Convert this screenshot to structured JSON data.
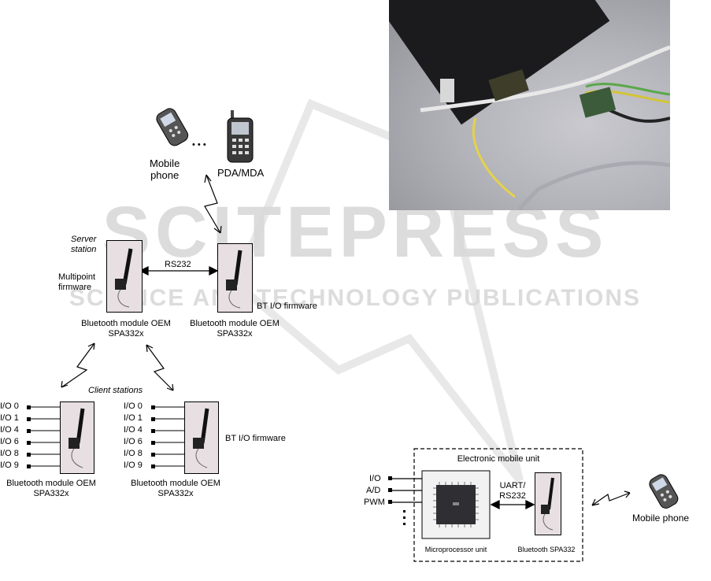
{
  "photo": {
    "alt": "Photograph of Bluetooth modules connected with cables"
  },
  "top_diagram": {
    "mobile_phone_label": "Mobile\nphone",
    "ellipsis": "• • •",
    "pda_label": "PDA/MDA",
    "server_station_label": "Server\nstation",
    "rs232_label": "RS232",
    "multipoint_label": "Multipoint\nfirmware",
    "bt_io_firmware_label": "BT I/O firmware",
    "module_left_label": "Bluetooth module OEM\nSPA332x",
    "module_right_label": "Bluetooth module OEM\nSPA332x",
    "client_stations_label": "Client stations",
    "client_left_io": [
      "I/O 0",
      "I/O 1",
      "I/O 4",
      "I/O 6",
      "I/O 8",
      "I/O 9"
    ],
    "client_right_io": [
      "I/O 0",
      "I/O 1",
      "I/O 4",
      "I/O 6",
      "I/O 8",
      "I/O 9"
    ],
    "client_bt_firmware_label": "BT I/O firmware",
    "client_left_module_label": "Bluetooth module OEM\nSPA332x",
    "client_right_module_label": "Bluetooth module OEM\nSPA332x"
  },
  "bottom_diagram": {
    "unit_title": "Electronic mobile unit",
    "inputs": [
      "I/O",
      "A/D",
      "PWM"
    ],
    "uart_label": "UART/\nRS232",
    "micro_label": "Microprocessor unit",
    "bt_label": "Bluetooth SPA332",
    "mobile_label": "Mobile phone"
  },
  "watermark": {
    "line1": "SCITEPRESS",
    "line2": "SCIENCE AND TECHNOLOGY PUBLICATIONS",
    "color": "#d9d9d9"
  }
}
